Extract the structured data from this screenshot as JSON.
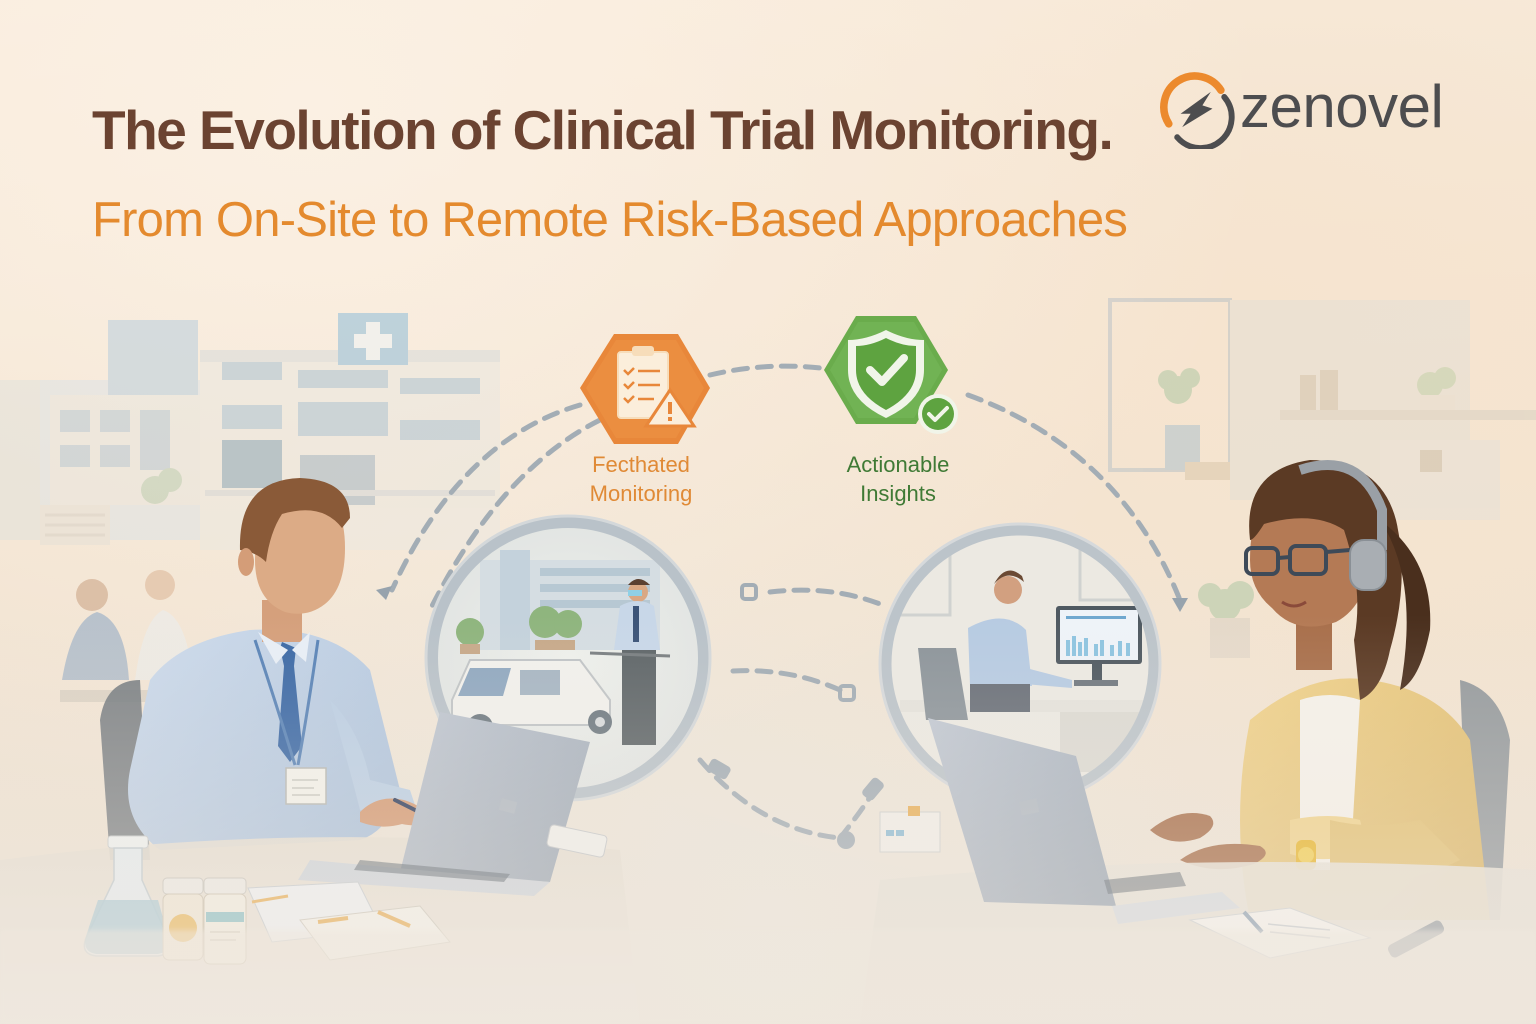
{
  "header": {
    "title": "The Evolution of Clinical Trial Monitoring.",
    "subtitle": "From On-Site to Remote Risk-Based Approaches"
  },
  "logo": {
    "brand_name": "zenovel",
    "icon": "swirl-e-logo-icon"
  },
  "badges": [
    {
      "label_line1": "Fecthated",
      "label_line2": "Monitoring",
      "icon": "clipboard-warning-icon",
      "color": "#e8873a"
    },
    {
      "label_line1": "Actionable",
      "label_line2": "Insights",
      "icon": "shield-check-icon",
      "color": "#6aac4c"
    }
  ],
  "scenes": {
    "left": {
      "description": "On-site monitor at desk with laptop, hospital building behind",
      "background_building_icon": "hospital-cross-icon"
    },
    "circle_left": {
      "description": "Monitor inspecting vehicle outside site building"
    },
    "circle_right": {
      "description": "Remote monitor at desktop with dashboard charts"
    },
    "right": {
      "description": "Remote monitor with headset typing on laptop, home office behind"
    }
  },
  "colors": {
    "background": "#f7e9d8",
    "title": "#6b4331",
    "subtitle": "#e48a2e",
    "logo_text": "#4d4d4f",
    "logo_accent": "#ec8a2d",
    "badge_orange": "#e8873a",
    "badge_green": "#6aac4c",
    "dashed_path": "#a3adb5",
    "ring": "#b7bec4"
  }
}
